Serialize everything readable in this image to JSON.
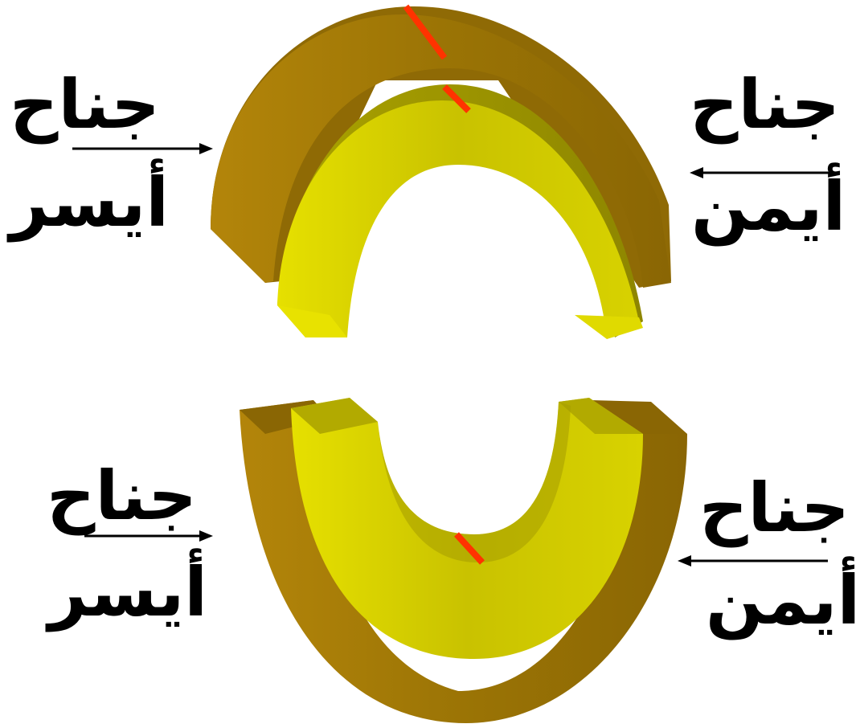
{
  "colors": {
    "outer_ring": "#a07808",
    "inner_ring": "#cfc800",
    "marker": "#ff3300",
    "text": "#000000"
  },
  "top_assembly": {
    "left_label": {
      "line1": "جناح",
      "line2": "أيسر"
    },
    "right_label": {
      "line1": "جناح",
      "line2": "أيمن"
    }
  },
  "bottom_assembly": {
    "left_label": {
      "line1": "جناح",
      "line2": "أيسر"
    },
    "right_label": {
      "line1": "جناح",
      "line2": "أيمن"
    }
  }
}
